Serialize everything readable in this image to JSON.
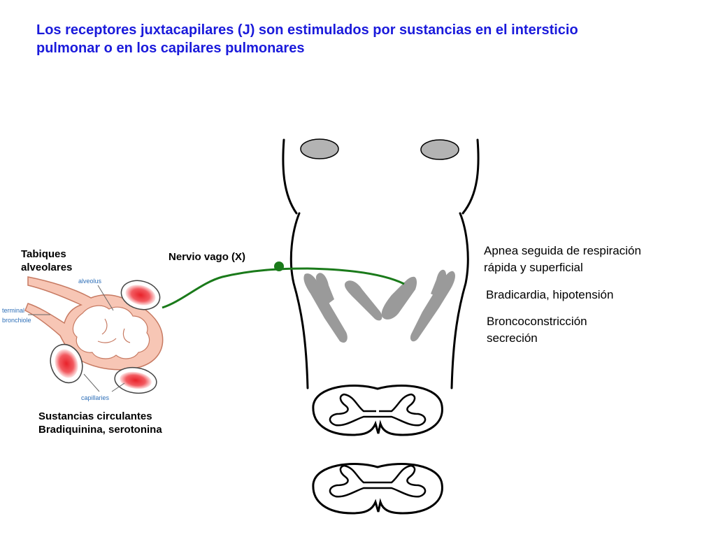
{
  "title": {
    "line1": "Los receptores juxtacapilares (J) son estimulados por sustancias en el intersticio",
    "line2": "pulmonar o en los capilares pulmonares"
  },
  "labels": {
    "septa_line1": "Tabiques",
    "septa_line2": "alveolares",
    "vagus": "Nervio vago (X)",
    "substances_line1": "Sustancias circulantes",
    "substances_line2": "Bradiquinina, serotonina"
  },
  "inset_labels": {
    "alveolus": "alveolus",
    "terminal": "terminal",
    "bronchiole": "bronchiole",
    "capillaries": "capillaries"
  },
  "effects": {
    "e1_line1": "Apnea seguida de respiración",
    "e1_line2": "rápida y superficial",
    "e2": "Bradicardia, hipotensión",
    "e3_line1": "Broncoconstricción",
    "e3_line2": "secreción"
  },
  "colors": {
    "title": "#1a1adb",
    "nerve": "#1a7a1a",
    "nucleus": "#9a9a9a",
    "alveolar_tissue": "#f7c6b5",
    "capillary_red": "#e8222a",
    "inset_label": "#2e6fb8"
  }
}
